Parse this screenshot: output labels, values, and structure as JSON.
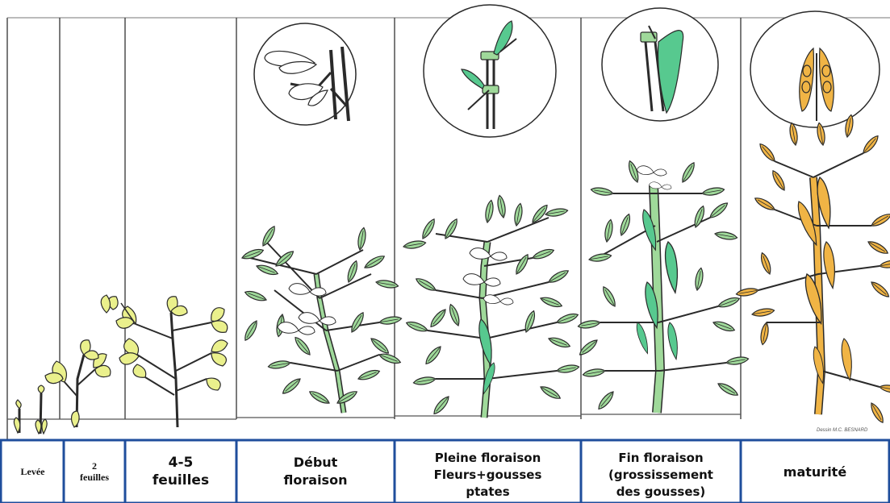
{
  "stages": [
    {
      "label_lines": [
        "Levée"
      ]
    },
    {
      "label_lines": [
        "2",
        "feuilles"
      ]
    },
    {
      "label_lines": [
        "4-5",
        "feuilles"
      ]
    },
    {
      "label_lines": [
        "Début",
        "floraison"
      ]
    },
    {
      "label_lines": [
        "Pleine floraison",
        "Fleurs+gousses",
        "ptates"
      ]
    },
    {
      "label_lines": [
        "Fin floraison",
        "(grossissement",
        "des gousses)"
      ]
    },
    {
      "label_lines": [
        "maturité"
      ]
    }
  ],
  "credit": "Dessin M.C. BESNARD",
  "colors": {
    "young_leaf": "#eaf08c",
    "green_leaf": "#9fd99a",
    "pod_green": "#57c98f",
    "mature": "#f0b445",
    "outline": "#2a2a2a",
    "table_border": "#1f4e9c",
    "flower": "#ffffff"
  }
}
